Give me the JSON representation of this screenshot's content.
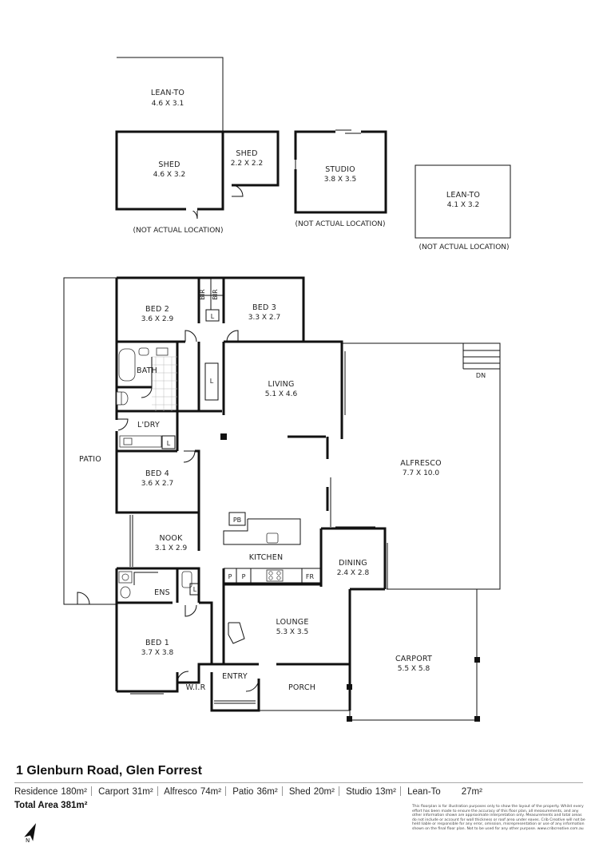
{
  "rooms": {
    "lean_to_top": {
      "name": "LEAN-TO",
      "dims": "4.6 X 3.1"
    },
    "shed_large": {
      "name": "SHED",
      "dims": "4.6 X 3.2"
    },
    "shed_small": {
      "name": "SHED",
      "dims": "2.2 X 2.2"
    },
    "studio": {
      "name": "STUDIO",
      "dims": "3.8 X 3.5"
    },
    "lean_to_right": {
      "name": "LEAN-TO",
      "dims": "4.1 X 3.2"
    },
    "bed2": {
      "name": "BED 2",
      "dims": "3.6 X 2.9"
    },
    "bed3": {
      "name": "BED 3",
      "dims": "3.3 X 2.7"
    },
    "living": {
      "name": "LIVING",
      "dims": "5.1 X 4.6"
    },
    "bath": {
      "name": "BATH"
    },
    "ldry": {
      "name": "L'DRY"
    },
    "bed4": {
      "name": "BED 4",
      "dims": "3.6 X 2.7"
    },
    "patio": {
      "name": "PATIO"
    },
    "alfresco": {
      "name": "ALFRESCO",
      "dims": "7.7 X 10.0"
    },
    "nook": {
      "name": "NOOK",
      "dims": "3.1 X 2.9"
    },
    "kitchen": {
      "name": "KITCHEN"
    },
    "dining": {
      "name": "DINING",
      "dims": "2.4 X 2.8"
    },
    "ens": {
      "name": "ENS"
    },
    "lounge": {
      "name": "LOUNGE",
      "dims": "5.3 X 3.5"
    },
    "carport": {
      "name": "CARPORT",
      "dims": "5.5 X 5.8"
    },
    "bed1": {
      "name": "BED 1",
      "dims": "3.7 X 3.8"
    },
    "entry": {
      "name": "ENTRY"
    },
    "wir": {
      "name": "W.I.R"
    },
    "porch": {
      "name": "PORCH"
    }
  },
  "notes": {
    "not_actual_location": "(NOT ACTUAL LOCATION)"
  },
  "fixtures": {
    "bir": "BIR",
    "linen": "L",
    "pantry": "P",
    "fridge": "FR",
    "pb": "PB",
    "dn": "DN"
  },
  "footer": {
    "address": "1 Glenburn Road, Glen Forrest",
    "areas": [
      {
        "label": "Residence",
        "value": "180m²"
      },
      {
        "label": "Carport",
        "value": "31m²"
      },
      {
        "label": "Alfresco",
        "value": "74m²"
      },
      {
        "label": "Patio",
        "value": "36m²"
      },
      {
        "label": "Shed",
        "value": "20m²"
      },
      {
        "label": "Studio",
        "value": "13m²"
      },
      {
        "label": "Lean-To",
        "value": "27m²"
      }
    ],
    "total_label": "Total Area",
    "total_value": "381m²",
    "disclaimer": "This floorplan is for illustration purposes only to show the layout of the property. Whilst every effort has been made to ensure the accuracy of this floor plan, all measurements, and any other information shown are approximate interpretation only. Measurements and total areas do not include or account for wall thickness or roof area under eaves. Crib Creative will not be held liable or responsible for any error, omission, misrepresentation or use of any information shown on the final floor plan. Not to be used for any other purpose. www.cribcreative.com.au"
  },
  "north_label": "N"
}
